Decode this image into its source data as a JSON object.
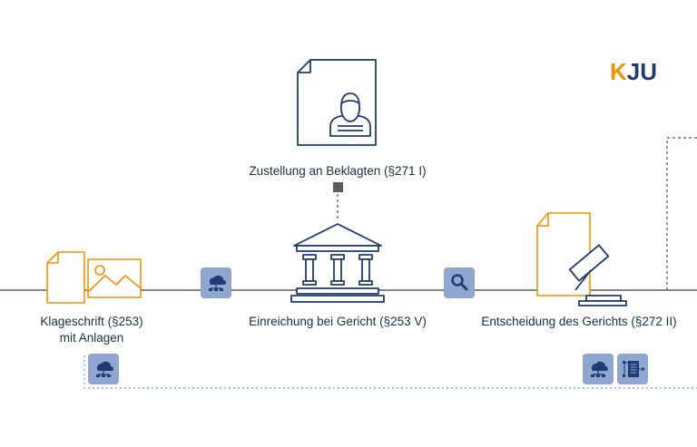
{
  "logo": {
    "k": "K",
    "ju": "JU",
    "k_color": "#f39200",
    "ju_color": "#1f3b73"
  },
  "colors": {
    "line": "#5b5b5b",
    "navy": "#1f3b73",
    "orange": "#f39200",
    "tag_bg": "#8fa6d1",
    "dotted": "#8fa6d1"
  },
  "steps": [
    {
      "label_line1": "Klageschrift (§253)",
      "label_line2": "mit Anlagen",
      "icon": "document-image-icon"
    },
    {
      "label_line1": "Einreichung bei Gericht (§253 V)",
      "icon": "courthouse-icon"
    },
    {
      "label_line1": "Entscheidung des Gerichts (§272 II)",
      "icon": "gavel-document-icon"
    }
  ],
  "service": {
    "label": "Zustellung an Beklagten (§271 I)",
    "icon": "document-person-icon"
  },
  "tags": [
    {
      "icon": "cloud-network-icon"
    },
    {
      "icon": "search-icon"
    },
    {
      "icon": "cloud-network-icon"
    },
    {
      "icon": "cloud-network-icon"
    },
    {
      "icon": "document-network-icon"
    }
  ]
}
